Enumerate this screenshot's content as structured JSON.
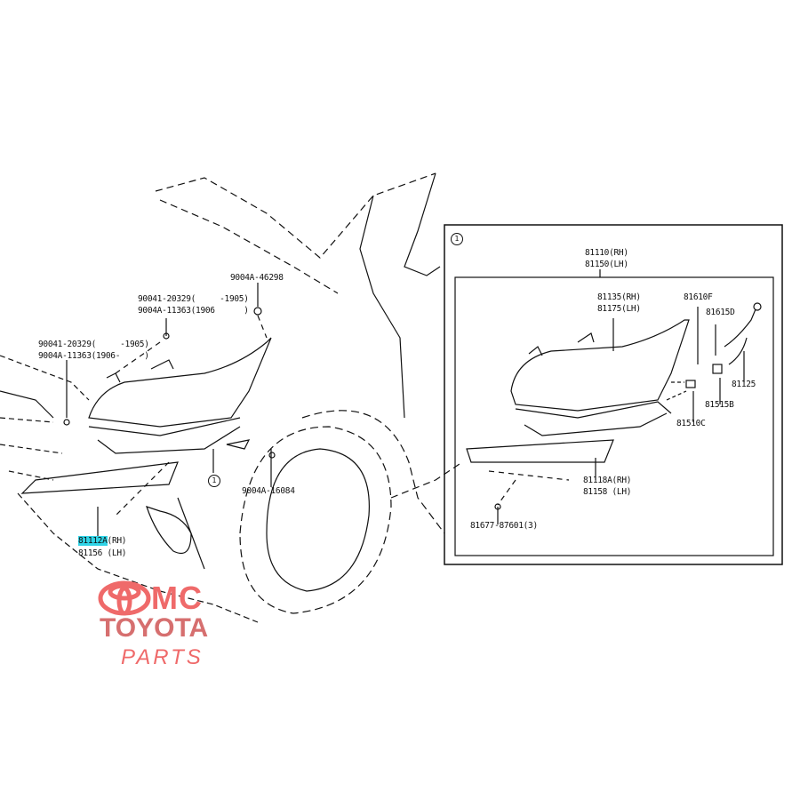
{
  "diagram": {
    "callout_marker": "1",
    "labels": {
      "clip_top": "9004A-46298",
      "screw_a_line1": "90041-20329(     -1905)",
      "screw_a_line2": "9004A-11363(1906      )",
      "screw_b_line1": "90041-20329(     -1905)",
      "screw_b_line2": "9004A-11363(1906-     )",
      "clip_bottom": "9004A-16084",
      "trim_rh_part": "81112A",
      "trim_rh_side": "(RH)",
      "trim_lh": "81156 (LH)"
    },
    "inset": {
      "marker": "1",
      "assy_rh": "81110(RH)",
      "assy_lh": "81150(LH)",
      "unit_rh": "81135(RH)",
      "unit_lh": "81175(LH)",
      "bulb_a": "81610F",
      "socket_a": "81615D",
      "wire": "81125",
      "socket_b": "81515B",
      "bulb_b": "81510C",
      "bracket_rh": "81118A(RH)",
      "bracket_lh": "81158 (LH)",
      "nut": "81677-87601(3)"
    }
  },
  "watermark": {
    "line1": "MC",
    "line2": "TOYOTA",
    "line3": "PARTS",
    "color": "#ef6a6a"
  }
}
